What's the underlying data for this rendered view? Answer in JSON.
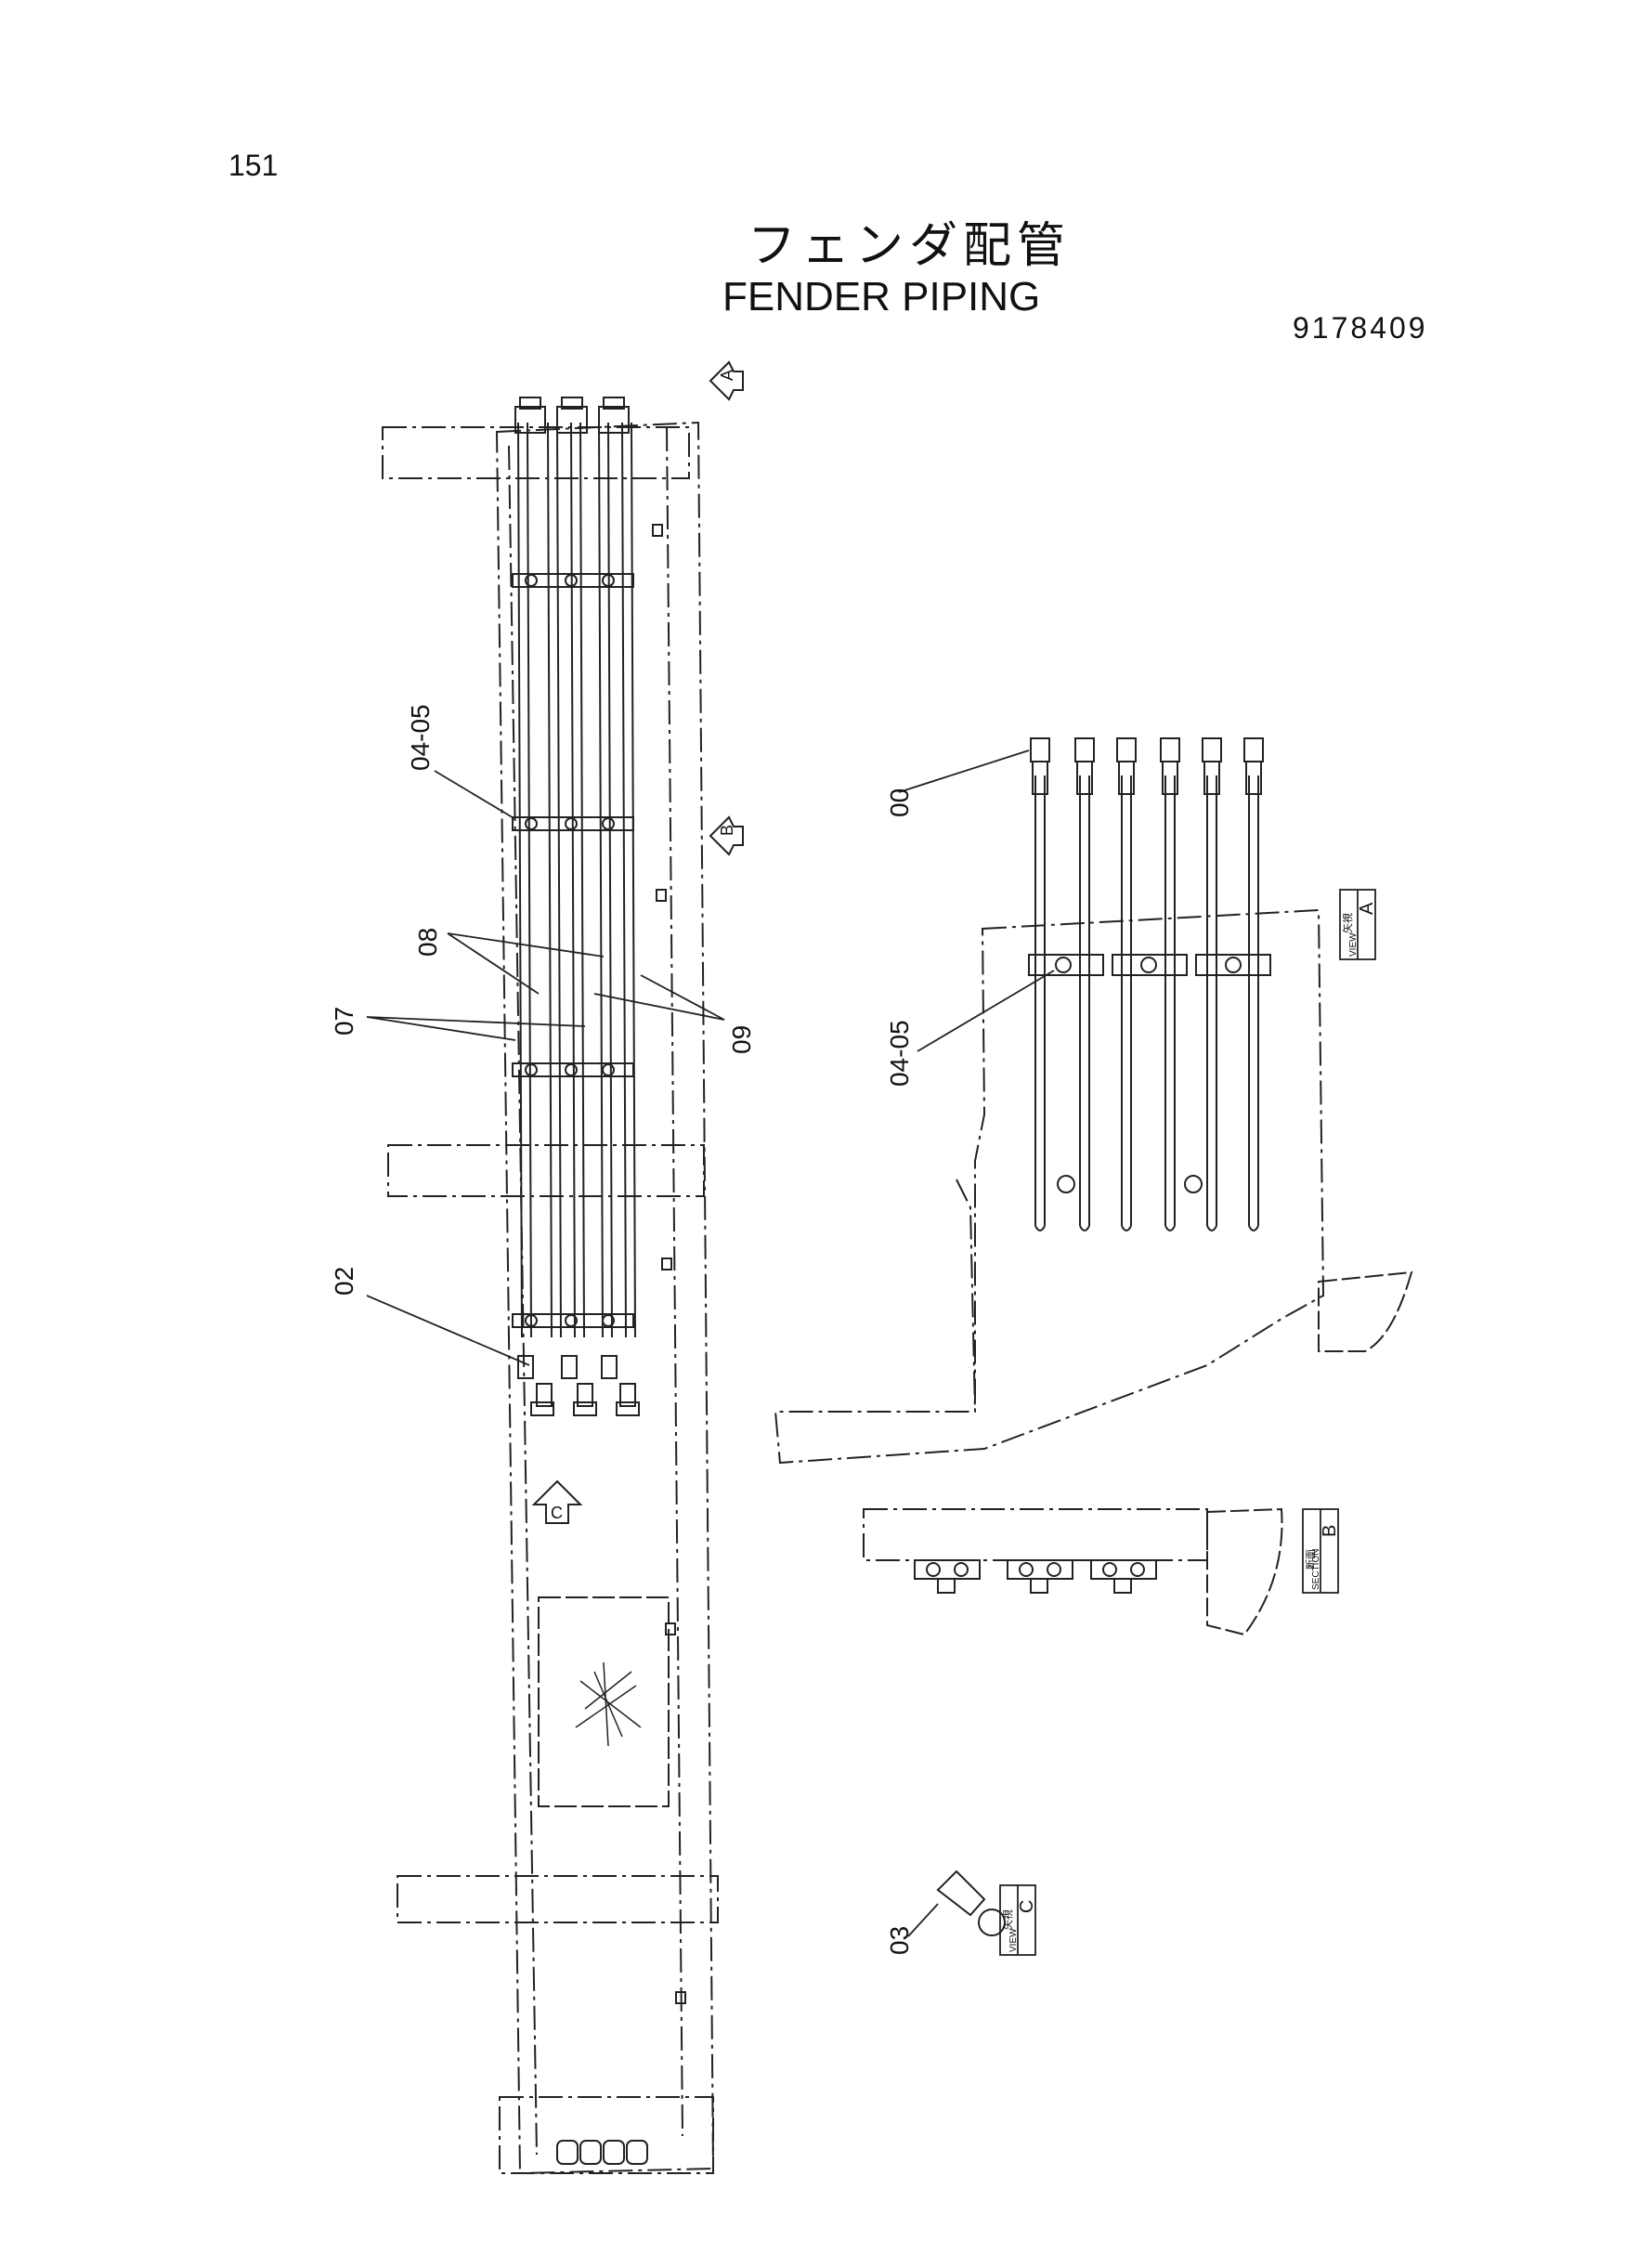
{
  "page_number": "151",
  "title_jp": "フェンダ配管",
  "title_en": "FENDER PIPING",
  "drawing_number": "9178409",
  "callouts": {
    "c0405_main": "04-05",
    "c08": "08",
    "c07": "07",
    "c09": "09",
    "c02": "02",
    "c00": "00",
    "c0405_view": "04-05",
    "c03": "03"
  },
  "view_markers": {
    "arrow_a": "A",
    "arrow_b": "B",
    "arrow_c": "C"
  },
  "view_labels": {
    "view_a": {
      "jp": "矢視",
      "en": "VIEW",
      "letter": "A"
    },
    "section_b": {
      "jp": "断面",
      "en": "SECTION",
      "letter": "B"
    },
    "view_c": {
      "jp": "矢視",
      "en": "VIEW",
      "letter": "C"
    }
  }
}
